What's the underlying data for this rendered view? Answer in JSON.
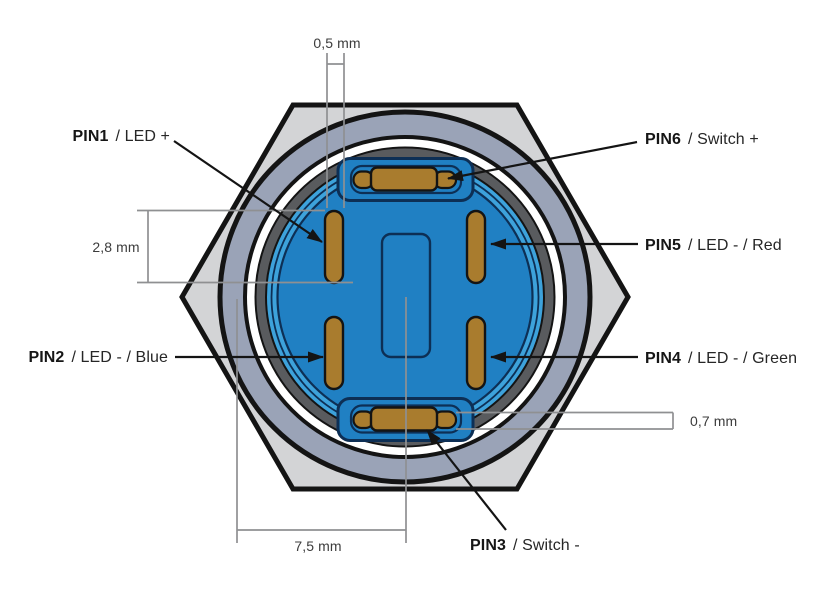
{
  "pins": [
    {
      "name": "PIN1",
      "desc": "/ LED +"
    },
    {
      "name": "PIN2",
      "desc": "/ LED - / Blue"
    },
    {
      "name": "PIN3",
      "desc": "/ Switch -"
    },
    {
      "name": "PIN4",
      "desc": "/ LED - / Green"
    },
    {
      "name": "PIN5",
      "desc": "/ LED - / Red"
    },
    {
      "name": "PIN6",
      "desc": "/ Switch +"
    }
  ],
  "dims": {
    "top": "0,5 mm",
    "left": "2,8 mm",
    "bottom": "7,5 mm",
    "right": "0,7 mm"
  },
  "colors": {
    "hexagon_gray": "#d3d4d6",
    "bezel_gray": "#9aa3b7",
    "ring_gray": "#595b5e",
    "white_ring": "#ffffff",
    "accent_blue": "#3da2db",
    "body_blue": "#2080c3",
    "pin_brass": "#a97c2e",
    "outline_navy": "#0d2f55",
    "line_black": "#141414",
    "dim_gray": "#8f9092"
  }
}
